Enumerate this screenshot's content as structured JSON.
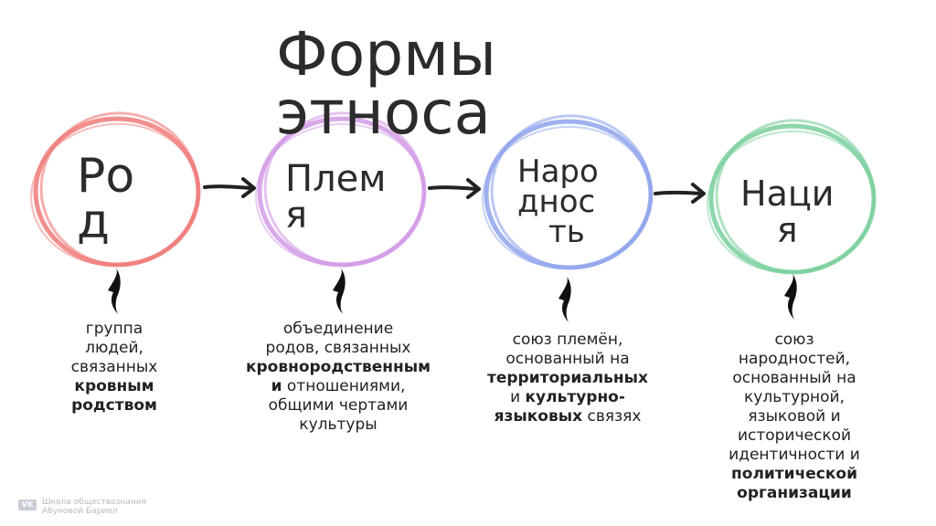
{
  "title": {
    "line1": "Формы",
    "line2": "этноса"
  },
  "nodes": [
    {
      "lines": [
        "Ро",
        "д"
      ],
      "color": "#f07a78"
    },
    {
      "lines": [
        "Плем",
        "я"
      ],
      "color": "#d29ae6"
    },
    {
      "lines": [
        "Наро",
        "днос",
        "ть"
      ],
      "color": "#8fa3ec"
    },
    {
      "lines": [
        "Наци",
        "я"
      ],
      "color": "#79cf9c"
    }
  ],
  "descriptions": {
    "rod": {
      "l1": "группа",
      "l2": "людей,",
      "l3": "связанных",
      "l4": "кровным",
      "l5": "родством"
    },
    "plemya": {
      "l1": "объединение",
      "l2": "родов, связанных",
      "l3": "кровнородственным",
      "l4b": "и",
      "l4": " отношениями,",
      "l5": "общими чертами",
      "l6": "культуры"
    },
    "narodnost": {
      "l1": "союз племён,",
      "l2": "основанный на",
      "l3": "территориальных",
      "l4a": "и ",
      "l4b": "культурно-",
      "l5b": "языковых",
      "l5": " связях"
    },
    "natsiya": {
      "l1": "союз",
      "l2": "народностей,",
      "l3": "основанный на",
      "l4": "культурной,",
      "l5": "языковой и",
      "l6": "исторической",
      "l7": "идентичности и",
      "l8": "политической",
      "l9": "организации"
    }
  },
  "watermark": {
    "logo": "VK",
    "line1": "Школа обществознания",
    "line2": "Абуновой Бариол"
  }
}
